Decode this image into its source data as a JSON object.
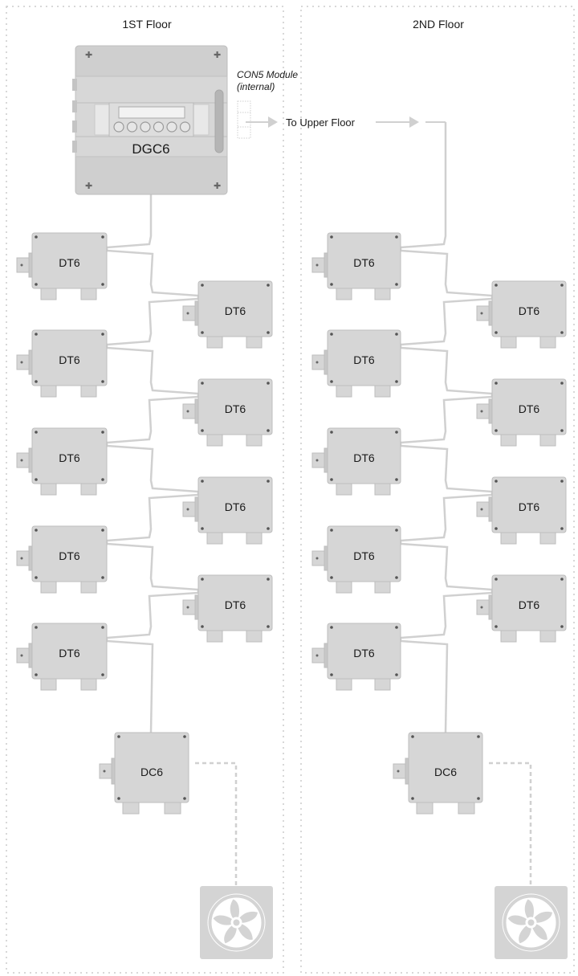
{
  "floors": [
    {
      "title": "1ST Floor",
      "controller": "DGC6",
      "module_label_line1": "CON5 Module",
      "module_label_line2": "(internal)",
      "link_label": "To Upper Floor",
      "sensors": [
        "DT6",
        "DT6",
        "DT6",
        "DT6",
        "DT6",
        "DT6",
        "DT6",
        "DT6",
        "DT6"
      ],
      "relay": "DC6",
      "fan_icon": "fan-icon"
    },
    {
      "title": "2ND Floor",
      "sensors": [
        "DT6",
        "DT6",
        "DT6",
        "DT6",
        "DT6",
        "DT6",
        "DT6",
        "DT6",
        "DT6"
      ],
      "relay": "DC6",
      "fan_icon": "fan-icon"
    }
  ],
  "colors": {
    "box_fill": "#d6d6d6",
    "box_stroke": "#bdbdbd",
    "wire": "#d0d0d0",
    "dashed_border": "#cccccc",
    "controller_fill": "#cfcfcf",
    "display_fill": "#f2f2f2"
  }
}
